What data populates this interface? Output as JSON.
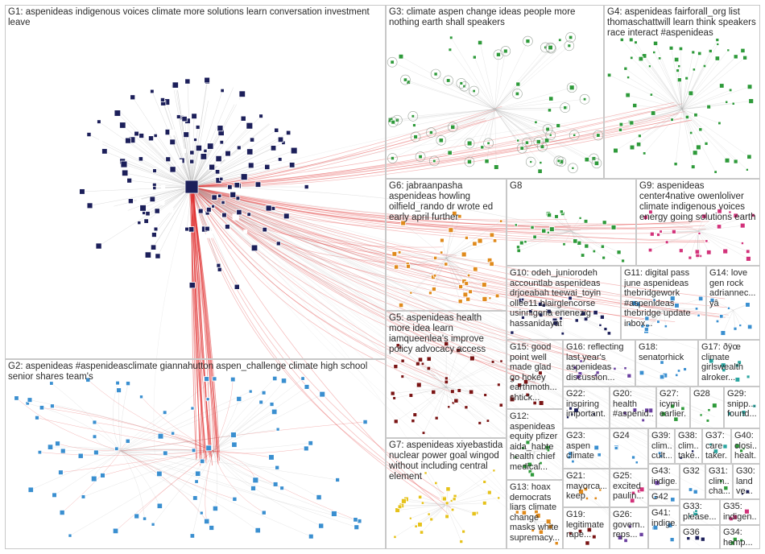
{
  "colors": {
    "background": "#ffffff",
    "box_border": "#c8c8c8",
    "label_text": "#2a2a2a",
    "edge_red": "#e03030",
    "edge_gray": "#b5b5b5",
    "node_navy": "#1c1f5a",
    "node_blue": "#3a8fd0",
    "node_green": "#2e9a3a",
    "node_orange": "#e08a1c",
    "node_maroon": "#7a1414",
    "node_yellow": "#e6c21a",
    "node_pink": "#d2327a",
    "node_teal": "#2aa5a0",
    "node_purple": "#6a3fa0"
  },
  "groups": [
    {
      "id": "G1",
      "label": "G1: aspenideas indigenous voices climate more solutions learn conversation investment leave",
      "color": "node_navy"
    },
    {
      "id": "G2",
      "label": "G2: aspenideas #aspenideasclimate giannahutton aspen_challenge climate high school senior shares team's",
      "color": "node_blue"
    },
    {
      "id": "G3",
      "label": "G3: climate aspen change ideas people more nothing earth shall speakers",
      "color": "node_green"
    },
    {
      "id": "G4",
      "label": "G4: aspenideas fairforall_org list thomaschattwill learn think speakers race interact #aspenideas",
      "color": "node_green"
    },
    {
      "id": "G5",
      "label": "G5: aspenideas health more idea learn iamqueenlea's improve policy advocacy access",
      "color": "node_maroon"
    },
    {
      "id": "G6",
      "label": "G6: jabraanpasha aspenideas howling oilfield_rando dr wrote ed early april further",
      "color": "node_orange"
    },
    {
      "id": "G7",
      "label": "G7: aspenideas xiyebastida nuclear power goal wingod without including central element",
      "color": "node_yellow"
    },
    {
      "id": "G8",
      "label": "G8",
      "color": "node_green"
    },
    {
      "id": "G9",
      "label": "G9: aspenideas center4native owenloliver climate indigenous voices energy going solutions earth",
      "color": "node_pink"
    },
    {
      "id": "G10",
      "label": "G10: odeh_juniorodeh accountlab aspenideas drjoeabah teewai_toyin ollee11 blairglencorse usinnigeria enenezig hassanidayat",
      "color": "node_navy"
    },
    {
      "id": "G11",
      "label": "G11: digital pass june aspenideas thebridgework #aspenideas thebridge update inbox...",
      "color": "node_blue"
    },
    {
      "id": "G12",
      "label": "G12: aspenideas equity pfizer aida_habte health chief medical...",
      "color": "node_green"
    },
    {
      "id": "G13",
      "label": "G13: hoax democrats liars climate change masks white supremacy...",
      "color": "node_orange"
    },
    {
      "id": "G14",
      "label": "G14: love gen rock adriannec... yâ",
      "color": "node_blue"
    },
    {
      "id": "G15",
      "label": "G15: good point well made glad go hokey earthmoth... shtick...",
      "color": "node_maroon"
    },
    {
      "id": "G16",
      "label": "G16: reflecting last year's aspenideas discussion...",
      "color": "node_purple"
    },
    {
      "id": "G17",
      "label": "G17: ðÿœ climate girlswealth alroker...",
      "color": "node_teal"
    },
    {
      "id": "G18",
      "label": "G18: senatorhick",
      "color": "node_blue"
    },
    {
      "id": "G19",
      "label": "G19: legitimate rape...",
      "color": "node_maroon"
    },
    {
      "id": "G20",
      "label": "G20: health #aspenid...",
      "color": "node_purple"
    },
    {
      "id": "G21",
      "label": "G21: mayorca... keep",
      "color": "node_orange"
    },
    {
      "id": "G22",
      "label": "G22: inspiring important...",
      "color": "node_navy"
    },
    {
      "id": "G23",
      "label": "G23: aspen climate",
      "color": "node_blue"
    },
    {
      "id": "G24",
      "label": "G24",
      "color": "node_blue"
    },
    {
      "id": "G25",
      "label": "G25: excited paulin...",
      "color": "node_pink"
    },
    {
      "id": "G26",
      "label": "G26: govern... reps...",
      "color": "node_purple"
    },
    {
      "id": "G27",
      "label": "G27: icymi earlier...",
      "color": "node_green"
    },
    {
      "id": "G28",
      "label": "G28",
      "color": "node_green"
    },
    {
      "id": "G29",
      "label": "G29: snipp... found...",
      "color": "node_teal"
    },
    {
      "id": "G30",
      "label": "G30: land ve...",
      "color": "node_navy"
    },
    {
      "id": "G31",
      "label": "G31: clim... cha...",
      "color": "node_green"
    },
    {
      "id": "G32",
      "label": "G32",
      "color": "node_blue"
    },
    {
      "id": "G33",
      "label": "G33: please...",
      "color": "node_teal"
    },
    {
      "id": "G34",
      "label": "G34: hemp...",
      "color": "node_green"
    },
    {
      "id": "G35",
      "label": "G35: indigen...",
      "color": "node_pink"
    },
    {
      "id": "G36",
      "label": "G36",
      "color": "node_navy"
    },
    {
      "id": "G37",
      "label": "G37: care taker...",
      "color": "node_teal"
    },
    {
      "id": "G38",
      "label": "G38: clim... take...",
      "color": "node_navy"
    },
    {
      "id": "G39",
      "label": "G39: clim... cult...",
      "color": "node_blue"
    },
    {
      "id": "G40",
      "label": "G40: closi... healt...",
      "color": "node_green"
    },
    {
      "id": "G41",
      "label": "G41: indige...",
      "color": "node_blue"
    },
    {
      "id": "G42",
      "label": "G42",
      "color": "node_blue"
    },
    {
      "id": "G43",
      "label": "G43: indige...",
      "color": "node_purple"
    }
  ]
}
